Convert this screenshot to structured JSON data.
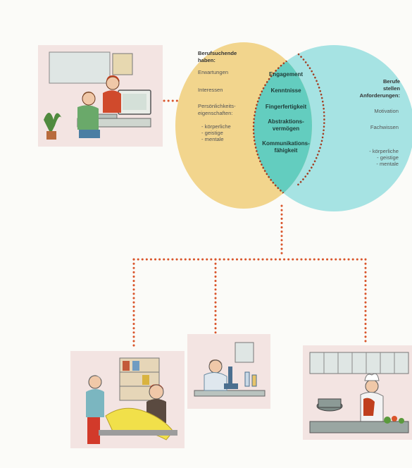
{
  "left_set": {
    "heading": [
      "Berufsuchende",
      "haben:"
    ],
    "items": [
      "Erwartungen",
      "Interessen",
      "Persönlichkeits-",
      "eigenschaften:"
    ],
    "sub_items": [
      "- körperliche",
      "- geistige",
      "- mentale"
    ]
  },
  "right_set": {
    "heading": [
      "Berufe",
      "stellen",
      "Anforderungen:"
    ],
    "items": [
      "Motivation",
      "Fachwissen"
    ],
    "sub_items": [
      "- körperliche",
      "- geistige",
      "- mentale"
    ]
  },
  "overlap": {
    "items": [
      "Engagement",
      "Kenntnisse",
      "Fingerfertigkeit",
      "Abstraktions-",
      "vermögen",
      "Kommunikations-",
      "fähigkeit"
    ]
  },
  "colors": {
    "left_circle": "#f2d58d",
    "right_circle": "#a6e3e3",
    "overlap": "#63cdbf",
    "connector": "#d9542a"
  },
  "illustrations": [
    {
      "name": "office-desk-scene",
      "subject": "Two people at a desk with a computer"
    },
    {
      "name": "textile-shop-scene",
      "subject": "Two people at a counter with fabric"
    },
    {
      "name": "laboratory-scene",
      "subject": "Person working with microscope in lab"
    },
    {
      "name": "kitchen-scene",
      "subject": "Cook in a kitchen"
    }
  ]
}
